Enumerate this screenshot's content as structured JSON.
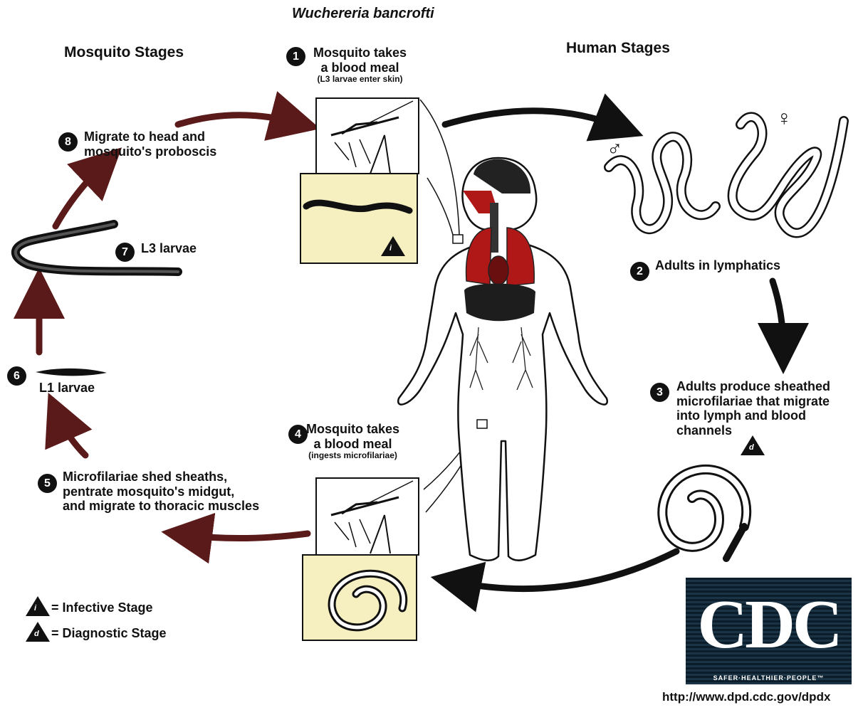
{
  "title": "Wuchereria bancrofti",
  "headings": {
    "mosquito": "Mosquito Stages",
    "human": "Human Stages"
  },
  "stages": {
    "s1": {
      "num": "1",
      "line1": "Mosquito takes",
      "line2": "a blood meal",
      "sub": "(L3 larvae enter skin)"
    },
    "s2": {
      "num": "2",
      "line1": "Adults in lymphatics"
    },
    "s3": {
      "num": "3",
      "line1": "Adults produce sheathed",
      "line2": "microfilariae that migrate",
      "line3": "into lymph and blood",
      "line4": "channels"
    },
    "s4": {
      "num": "4",
      "line1": "Mosquito takes",
      "line2": "a blood meal",
      "sub": "(ingests microfilariae)"
    },
    "s5": {
      "num": "5",
      "line1": "Microfilariae shed sheaths,",
      "line2": "pentrate mosquito's midgut,",
      "line3": "and migrate to thoracic muscles"
    },
    "s6": {
      "num": "6",
      "line1": "L1 larvae"
    },
    "s7": {
      "num": "7",
      "line1": "L3 larvae"
    },
    "s8": {
      "num": "8",
      "line1": "Migrate to head and",
      "line2": "mosquito's proboscis"
    }
  },
  "symbols": {
    "male": "♂",
    "female": "♀",
    "infective_letter": "i",
    "diagnostic_letter": "d"
  },
  "legend": {
    "infective": "= Infective Stage",
    "diagnostic": "= Diagnostic Stage"
  },
  "logo": {
    "text": "CDC",
    "tagline": "SAFER·HEALTHIER·PEOPLE™"
  },
  "url": "http://www.dpd.cdc.gov/dpdx",
  "colors": {
    "mosquito_arrow": "#5a1a1a",
    "human_arrow": "#111111",
    "lungs": "#b01818",
    "panel": "#f6f0c0"
  }
}
